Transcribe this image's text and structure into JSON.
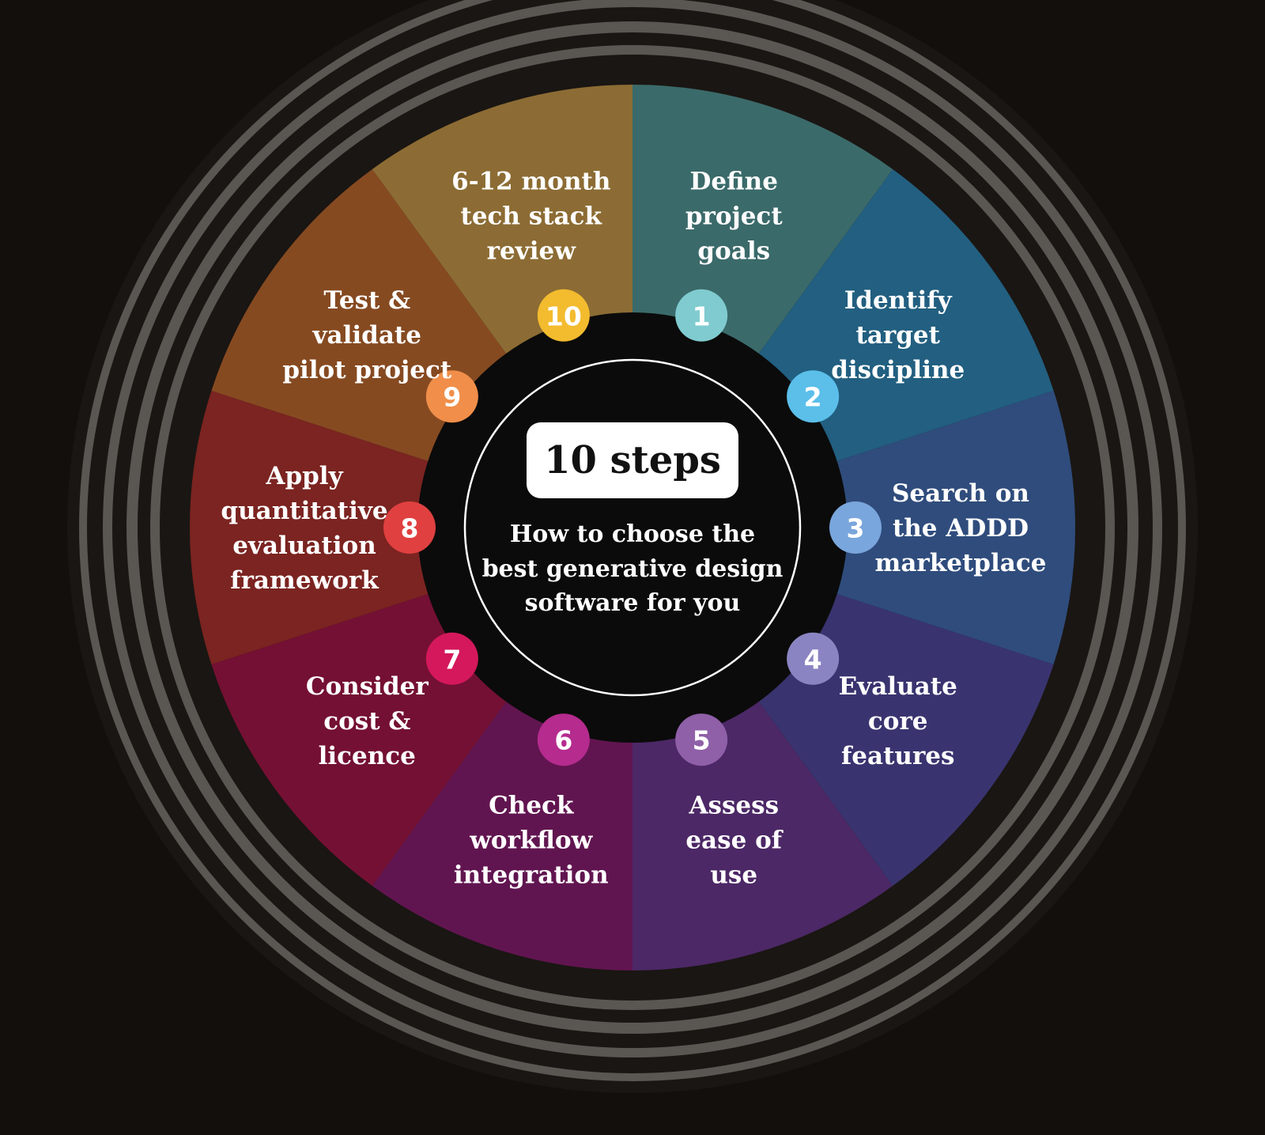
{
  "center": {
    "title": "10 steps",
    "subtitle_lines": [
      "How to choose the",
      "best generative design",
      "software for you"
    ]
  },
  "colors": {
    "background": "#130f0c",
    "ring_dark": "#1a1613",
    "ring_light": "#5a5753",
    "hub": "#0b0b0b",
    "title_box": "#ffffff"
  },
  "steps": [
    {
      "number": "1",
      "lines": [
        "Define",
        "project",
        "goals"
      ],
      "segment_color": "#3b6a6a",
      "badge_color": "#7fcbd0"
    },
    {
      "number": "2",
      "lines": [
        "Identify",
        "target",
        "discipline"
      ],
      "segment_color": "#225f80",
      "badge_color": "#5bbfea"
    },
    {
      "number": "3",
      "lines": [
        "Search on",
        "the ADDD",
        "marketplace"
      ],
      "segment_color": "#2f4c7c",
      "badge_color": "#79a6dc"
    },
    {
      "number": "4",
      "lines": [
        "Evaluate",
        "core",
        "features"
      ],
      "segment_color": "#39346f",
      "badge_color": "#8a85c2"
    },
    {
      "number": "5",
      "lines": [
        "Assess",
        "ease of",
        "use"
      ],
      "segment_color": "#4c2866",
      "badge_color": "#8f5fa8"
    },
    {
      "number": "6",
      "lines": [
        "Check",
        "workflow",
        "integration"
      ],
      "segment_color": "#611550",
      "badge_color": "#b52b8e"
    },
    {
      "number": "7",
      "lines": [
        "Consider",
        "cost &",
        "licence"
      ],
      "segment_color": "#741033",
      "badge_color": "#d4185b"
    },
    {
      "number": "8",
      "lines": [
        "Apply",
        "quantitative",
        "evaluation",
        "framework"
      ],
      "segment_color": "#7b2421",
      "badge_color": "#e04040"
    },
    {
      "number": "9",
      "lines": [
        "Test &",
        "validate",
        "pilot project"
      ],
      "segment_color": "#864a21",
      "badge_color": "#f08e4a"
    },
    {
      "number": "10",
      "lines": [
        "6-12 month",
        "tech stack",
        "review"
      ],
      "segment_color": "#8c6c34",
      "badge_color": "#f3bb2e"
    }
  ]
}
